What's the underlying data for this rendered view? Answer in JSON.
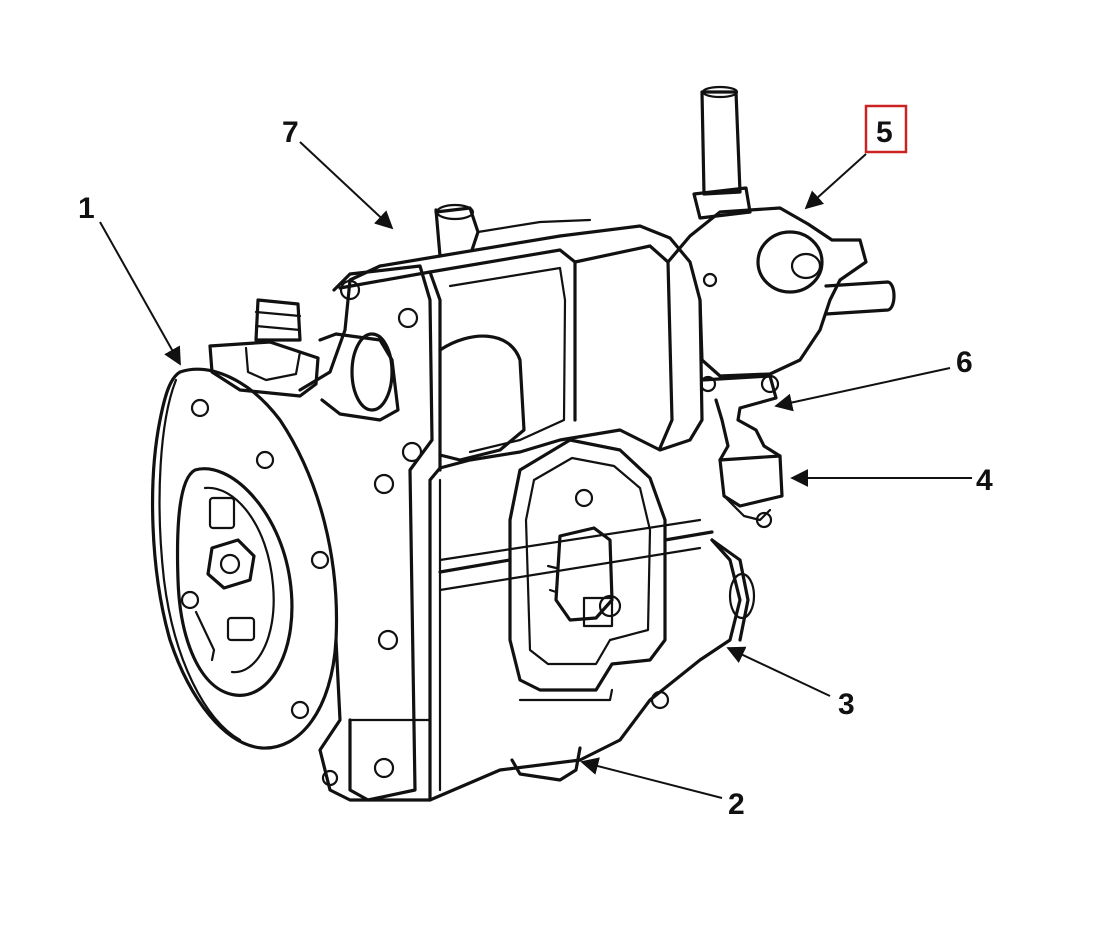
{
  "callouts": {
    "c1": "1",
    "c2": "2",
    "c3": "3",
    "c4": "4",
    "c5": "5",
    "c6": "6",
    "c7": "7"
  },
  "colors": {
    "line": "#111111",
    "highlight_box": "#cc2222",
    "background": "#ffffff"
  },
  "highlighted_callout": "5"
}
